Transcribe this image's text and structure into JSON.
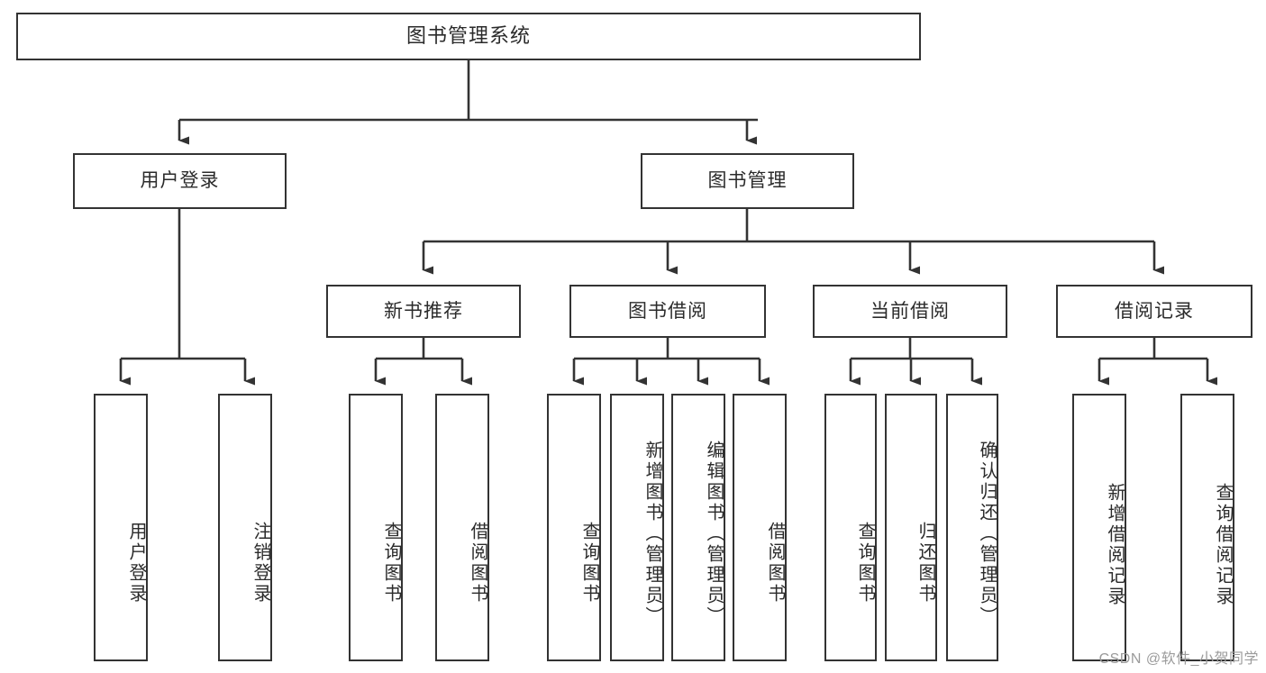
{
  "diagram": {
    "title": "图书管理系统",
    "watermark": "CSDN @软件_小贺同学",
    "line_color": "#333333",
    "box_fill": "#ffffff",
    "text_color": "#2b2b2b",
    "levels": {
      "root": {
        "label": "图书管理系统"
      },
      "level2": [
        {
          "label": "用户登录"
        },
        {
          "label": "图书管理"
        }
      ],
      "level3": [
        {
          "label": "新书推荐"
        },
        {
          "label": "图书借阅"
        },
        {
          "label": "当前借阅"
        },
        {
          "label": "借阅记录"
        }
      ],
      "leaves": {
        "user_login": [
          {
            "label": "用户登录"
          },
          {
            "label": "注销登录"
          }
        ],
        "new_book_recommend": [
          {
            "label": "查询图书"
          },
          {
            "label": "借阅图书"
          }
        ],
        "book_borrow": [
          {
            "label": "查询图书"
          },
          {
            "label": "新增图书（管理员）"
          },
          {
            "label": "编辑图书（管理员）"
          },
          {
            "label": "借阅图书"
          }
        ],
        "current_borrow": [
          {
            "label": "查询图书"
          },
          {
            "label": "归还图书"
          },
          {
            "label": "确认归还（管理员）"
          }
        ],
        "borrow_record": [
          {
            "label": "新增借阅记录"
          },
          {
            "label": "查询借阅记录"
          }
        ]
      }
    }
  }
}
